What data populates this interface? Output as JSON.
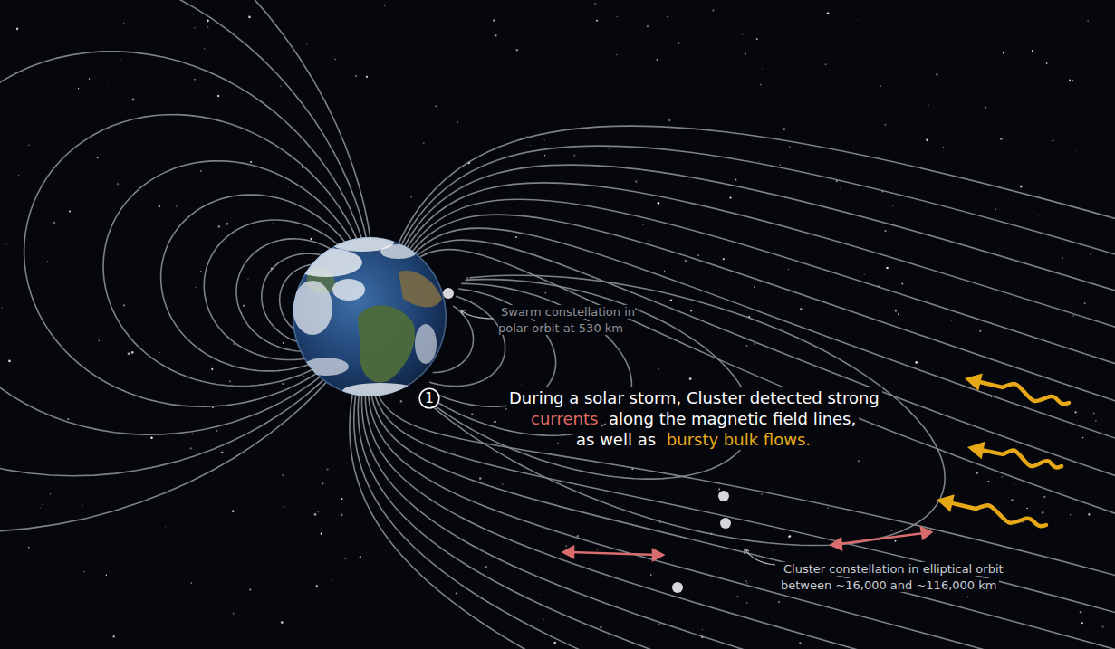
{
  "diagram": {
    "nodes": [
      {
        "text": [
          "1"
        ]
      }
    ],
    "labels": [
      "Swarm constellation in polar orbit at 530 km",
      "During a solar storm, Cluster detected strong",
      "currents",
      "along the magnetic field lines,",
      "as well as",
      "bursty bulk flows.",
      "Cluster constellation in elliptical orbit between ~16,000 and ~116,000 km"
    ]
  }
}
